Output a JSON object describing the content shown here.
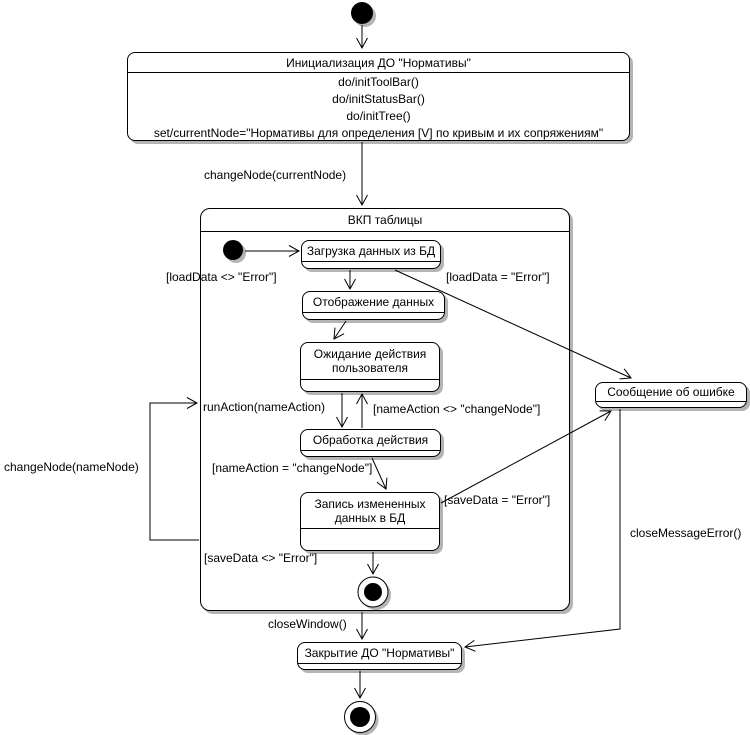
{
  "diagram": {
    "kind": "uml-state-machine",
    "background_color": "#ffffff",
    "line_color": "#000000",
    "shadow_color": "#b4b4b4"
  },
  "states": {
    "init": {
      "title": "Инициализация ДО \"Нормативы\"",
      "actions": [
        "do/initToolBar()",
        "do/initStatusBar()",
        "do/initTree()",
        "set/currentNode=\"Нормативы для определения [V] по кривым и их сопряжениям\""
      ]
    },
    "vkp": {
      "title": "ВКП таблицы"
    },
    "load": {
      "title": "Загрузка данных из БД"
    },
    "display": {
      "title": "Отображение данных"
    },
    "wait": {
      "title": "Ожидание действия пользователя"
    },
    "process": {
      "title": "Обработка действия"
    },
    "save": {
      "title": "Запись измененных данных в БД"
    },
    "error_message": {
      "title": "Сообщение об ошибке"
    },
    "close": {
      "title": "Закрытие ДО \"Нормативы\""
    }
  },
  "transitions": {
    "change_node_current": "changeNode(currentNode)",
    "load_ok": "[loadData <> \"Error\"]",
    "load_error": "[loadData = \"Error\"]",
    "run_action": "runAction(nameAction)",
    "name_action_ne": "[nameAction <> \"changeNode\"]",
    "name_action_eq": "[nameAction = \"changeNode\"]",
    "save_error": "[saveData = \"Error\"]",
    "save_ok": "[saveData <> \"Error\"]",
    "change_node_name": "changeNode(nameNode)",
    "close_window": "closeWindow()",
    "close_message_error": "closeMessageError()"
  }
}
